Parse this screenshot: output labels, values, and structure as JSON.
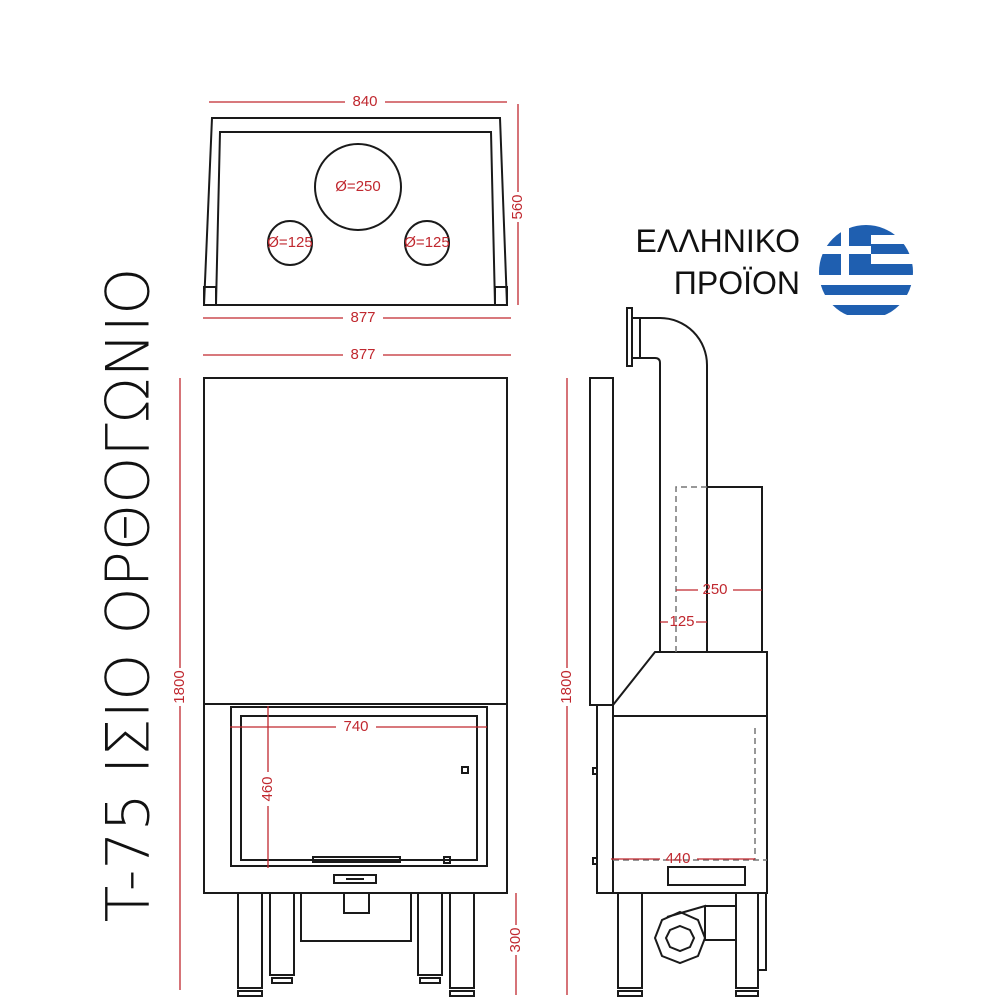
{
  "title": "T-75 ΙΣΙΟ ΟΡΘΟΓΩΝΙΟ",
  "badge": {
    "line1": "ΕΛΛΗΝΙΚΟ",
    "line2": "ΠΡΟΪΟΝ",
    "flag_blue": "#1f5fb0"
  },
  "dim_color": "#c0282f",
  "top_view": {
    "width_top": "840",
    "depth": "560",
    "width_bottom": "877",
    "flue_main": "Ø=250",
    "flue_left": "Ø=125",
    "flue_right": "Ø=125"
  },
  "front_view": {
    "width": "877",
    "height": "1800",
    "door_width": "740",
    "door_height": "460",
    "leg_height": "300"
  },
  "side_view": {
    "height": "1800",
    "duct_250": "250",
    "duct_125": "125",
    "depth": "440"
  }
}
